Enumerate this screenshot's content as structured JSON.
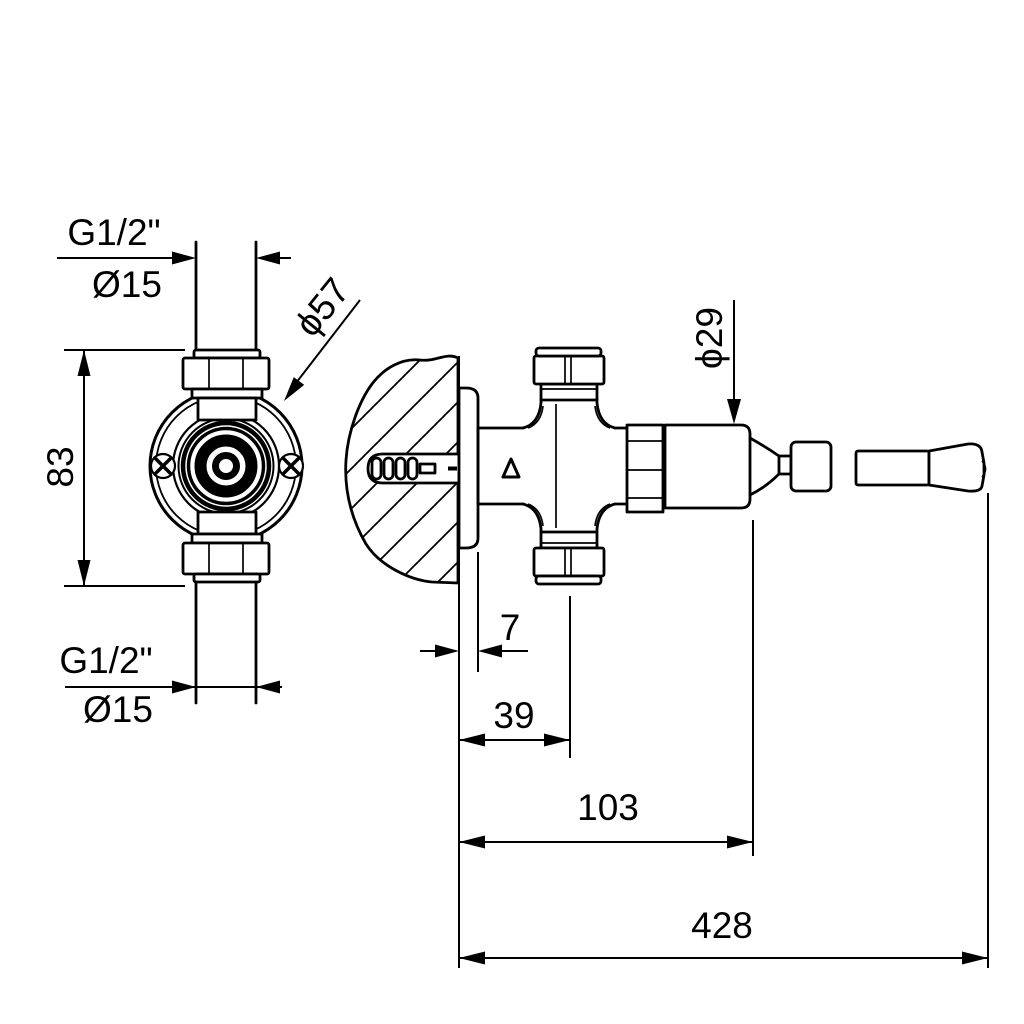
{
  "drawing": {
    "background_color": "#ffffff",
    "line_color": "#000000",
    "labels": {
      "top_port": {
        "thread": "G1/2\"",
        "diameter": "Ø15"
      },
      "bottom_port": {
        "thread": "G1/2\"",
        "diameter": "Ø15"
      },
      "flange_diameter": "ϕ57",
      "fitting_height": "83",
      "cap_diameter": "ϕ29",
      "wall_to_plate": "7",
      "wall_to_pipe_axis": "39",
      "wall_to_cap_end": "103",
      "overall_length": "428"
    }
  }
}
